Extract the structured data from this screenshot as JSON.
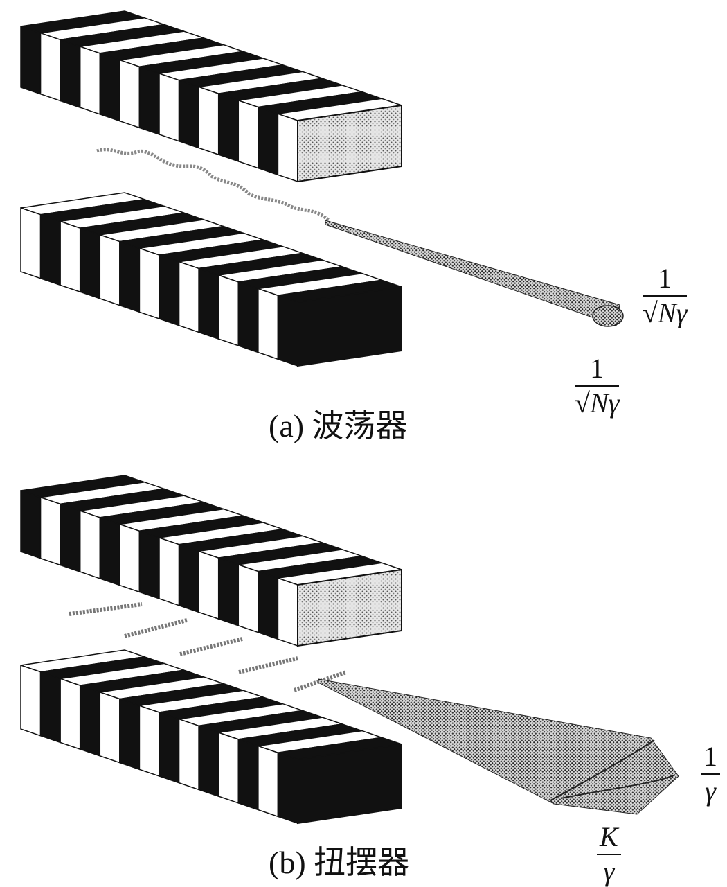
{
  "panels": [
    {
      "id": "a",
      "caption": "(a) 波荡器",
      "angle_labels": [
        {
          "numerator": "1",
          "denominator_radicand": "N",
          "denominator_rest": "γ"
        },
        {
          "numerator": "1",
          "denominator_radicand": "N",
          "denominator_rest": "γ"
        }
      ]
    },
    {
      "id": "b",
      "caption": "(b) 扭摆器",
      "angle_labels": [
        {
          "numerator": "1",
          "denominator": "γ"
        },
        {
          "numerator": "K",
          "denominator": "γ"
        }
      ]
    }
  ],
  "colors": {
    "ink": "#111111",
    "paper": "#ffffff",
    "shade": "#9a9a9a"
  }
}
